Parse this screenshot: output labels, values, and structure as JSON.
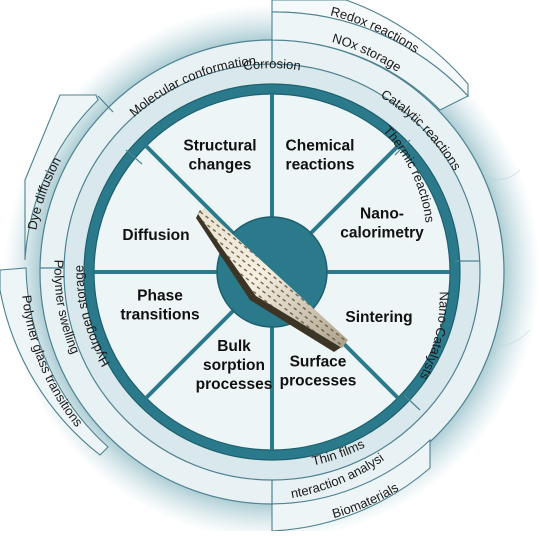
{
  "inner_segments": [
    {
      "lines": [
        "Structural",
        "changes"
      ]
    },
    {
      "lines": [
        "Chemical",
        "reactions"
      ]
    },
    {
      "lines": [
        "Nano-",
        "calorimetry"
      ]
    },
    {
      "lines": [
        "Sintering"
      ]
    },
    {
      "lines": [
        "Surface",
        "processes"
      ]
    },
    {
      "lines": [
        "Bulk",
        "sorption",
        "processes"
      ]
    },
    {
      "lines": [
        "Phase",
        "transitions"
      ]
    },
    {
      "lines": [
        "Diffusion"
      ]
    }
  ],
  "middle_ring": {
    "corrosion": "Corrosion",
    "thermic_reactions": "Thermic reactions",
    "nano_catalysts": "Nano-Catalysts",
    "thin_films": "Thin films",
    "hydrogen_storage": "Hydrogen storage"
  },
  "outer_ring": {
    "molecular_conformation": "Molecular conformation",
    "catalytic_reactions": "Catalytic reactions",
    "interaction_analysis": "Interaction analysis",
    "polymer_swelling": "Polymer swelling"
  },
  "extensions": {
    "nox_storage": "NOx storage",
    "redox_reactions": "Redox reactions",
    "biomaterials": "Biomaterials",
    "dye_diffusion": "Dye diffusion",
    "polymer_glass_transitions": "Polymer glass transitions"
  },
  "colors": {
    "teal_dark": "#2a7888",
    "teal_mid": "#5a9eae",
    "teal_light": "#b9d7dd",
    "segment_fill": "#eaf2f4",
    "ring_fill": "#d6e6ea"
  }
}
